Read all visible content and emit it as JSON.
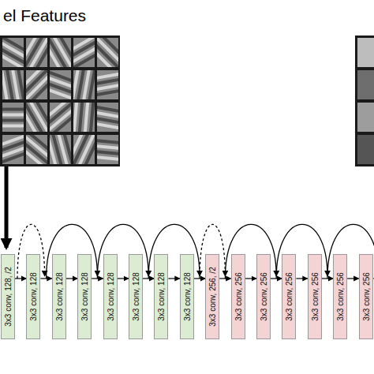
{
  "diagram": {
    "nodes": [
      {
        "text": [
          "3x3 conv, 128, /2"
        ]
      },
      {
        "text": [
          "3x3 conv, 128"
        ]
      },
      {
        "text": [
          "3x3 conv, 128"
        ]
      },
      {
        "text": [
          "3x3 conv, 128"
        ]
      },
      {
        "text": [
          "3x3 conv, 128"
        ]
      },
      {
        "text": [
          "3x3 conv, 128"
        ]
      },
      {
        "text": [
          "3x3 conv, 128"
        ]
      },
      {
        "text": [
          "3x3 conv, 128"
        ]
      },
      {
        "text": [
          "3x3 conv, 256, /2"
        ]
      },
      {
        "text": [
          "3x3 conv, 256"
        ]
      },
      {
        "text": [
          "3x3 conv, 256"
        ]
      },
      {
        "text": [
          "3x3 conv, 256"
        ]
      },
      {
        "text": [
          "3x3 conv, 256"
        ]
      },
      {
        "text": [
          "3x3 conv, 256"
        ]
      },
      {
        "text": [
          "3x3 conv, 256"
        ]
      }
    ],
    "edges": [
      {
        "from": 0,
        "to": 1,
        "arrow": "to"
      },
      {
        "from": 1,
        "to": 2,
        "arrow": "to"
      },
      {
        "from": 2,
        "to": 3,
        "arrow": "to"
      },
      {
        "from": 3,
        "to": 4,
        "arrow": "to"
      },
      {
        "from": 4,
        "to": 5,
        "arrow": "to"
      },
      {
        "from": 5,
        "to": 6,
        "arrow": "to"
      },
      {
        "from": 6,
        "to": 7,
        "arrow": "to"
      },
      {
        "from": 7,
        "to": 8,
        "arrow": "to"
      },
      {
        "from": 8,
        "to": 9,
        "arrow": "to"
      },
      {
        "from": 9,
        "to": 10,
        "arrow": "to"
      },
      {
        "from": 10,
        "to": 11,
        "arrow": "to"
      },
      {
        "from": 11,
        "to": 12,
        "arrow": "to"
      },
      {
        "from": 12,
        "to": 13,
        "arrow": "to"
      },
      {
        "from": 13,
        "to": 14,
        "arrow": "to"
      }
    ],
    "labels": [
      "el Features"
    ]
  }
}
